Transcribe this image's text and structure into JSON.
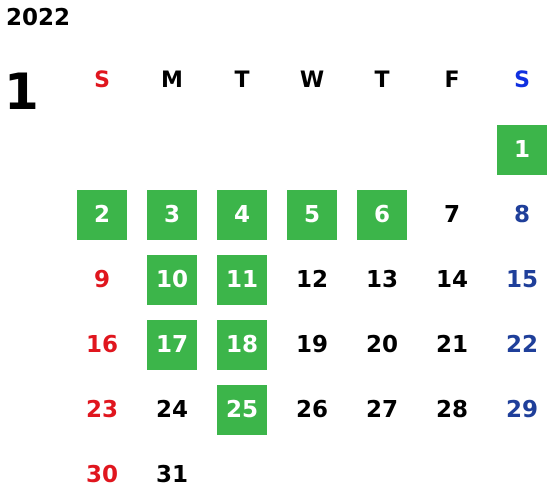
{
  "calendar": {
    "year": "2022",
    "month": "1",
    "weekdays": [
      "S",
      "M",
      "T",
      "W",
      "T",
      "F",
      "S"
    ],
    "days": [
      "1",
      "2",
      "3",
      "4",
      "5",
      "6",
      "7",
      "8",
      "9",
      "10",
      "11",
      "12",
      "13",
      "14",
      "15",
      "16",
      "17",
      "18",
      "19",
      "20",
      "21",
      "22",
      "23",
      "24",
      "25",
      "26",
      "27",
      "28",
      "29",
      "30",
      "31"
    ],
    "first_weekday_index": 6,
    "highlighted_days": [
      1,
      2,
      3,
      4,
      5,
      6,
      10,
      11,
      17,
      18,
      25
    ],
    "colors": {
      "highlight": "#3cb54a",
      "sunday": "#e0161e",
      "saturday": "#1f3f9a",
      "saturday_header": "#1030e0",
      "weekday": "#000000"
    }
  }
}
